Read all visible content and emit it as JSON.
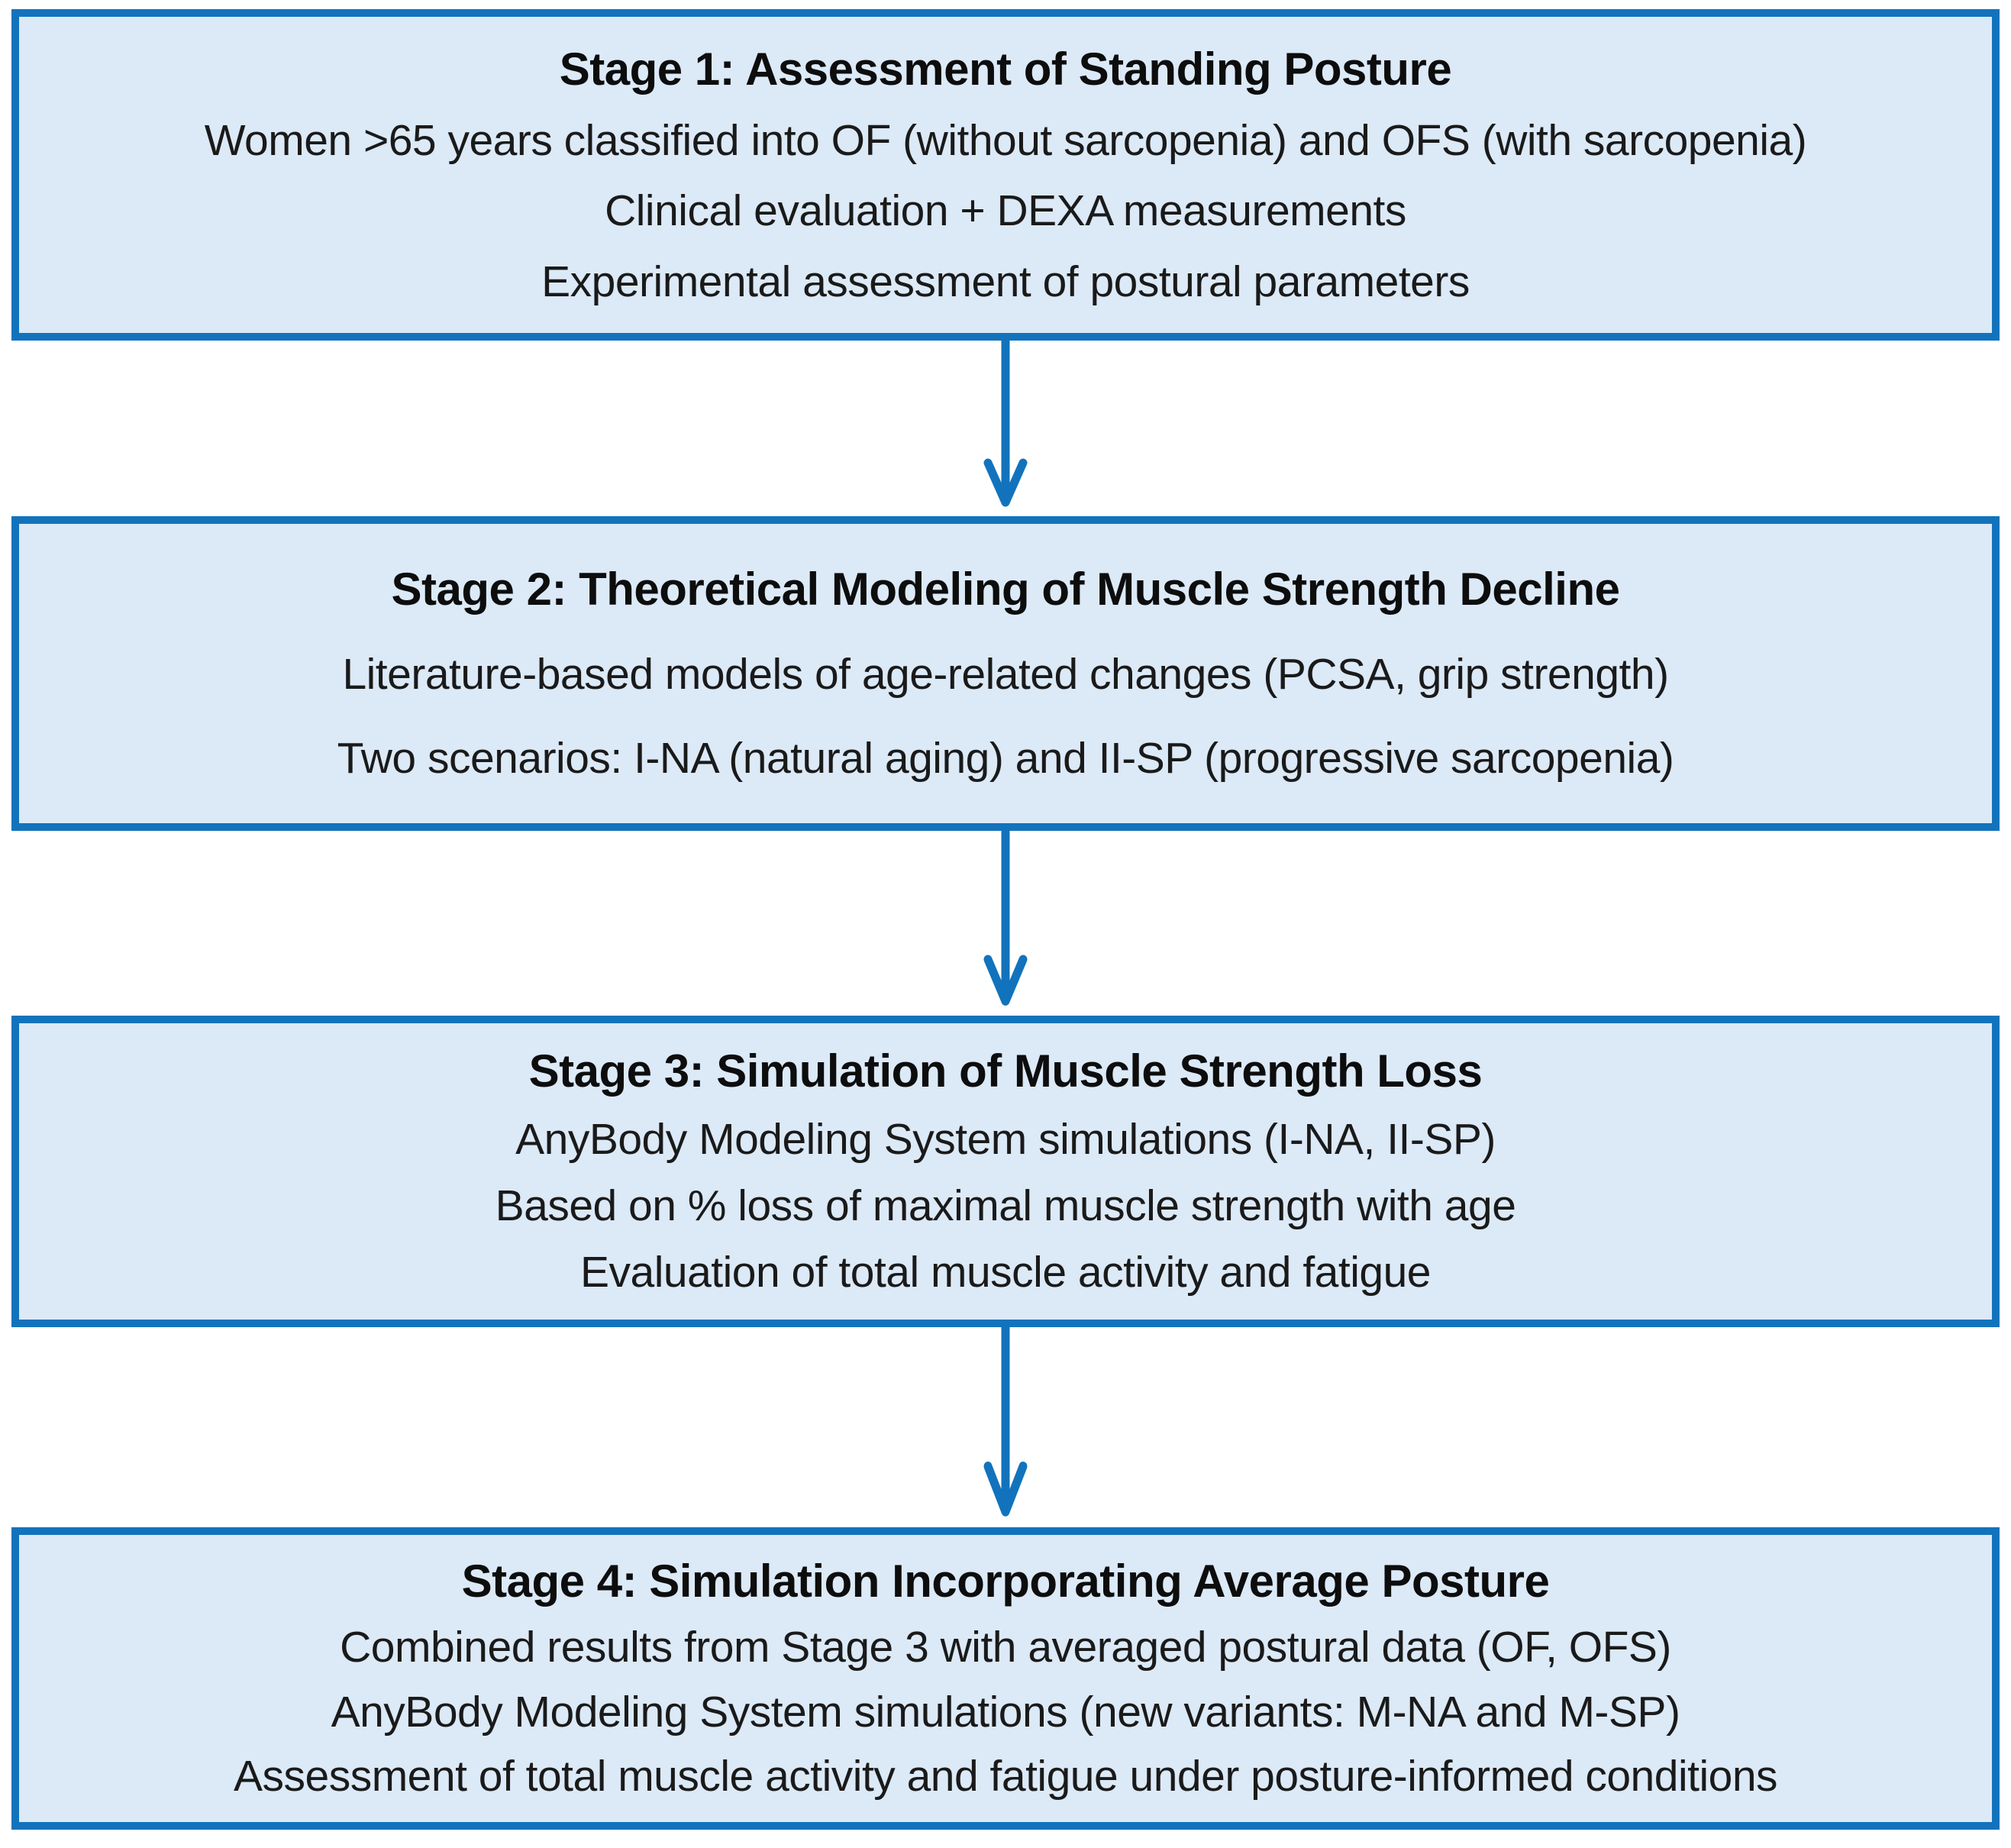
{
  "diagram": {
    "type": "flowchart",
    "direction": "top-to-bottom",
    "colors": {
      "box_fill": "#dce9f7",
      "box_border": "#1273bc",
      "arrow": "#1273bc",
      "title_text": "#0d0d0d",
      "body_text": "#1a1a1a",
      "page_background": "#ffffff"
    },
    "connectors": [
      {
        "from": "stage-1",
        "to": "stage-2",
        "style": "down-arrow"
      },
      {
        "from": "stage-2",
        "to": "stage-3",
        "style": "down-arrow"
      },
      {
        "from": "stage-3",
        "to": "stage-4",
        "style": "down-arrow"
      }
    ],
    "stages": [
      {
        "id": "stage-1",
        "title": "Stage 1: Assessment of Standing Posture",
        "lines": [
          "Women >65 years classified into OF (without sarcopenia) and OFS (with sarcopenia)",
          "Clinical evaluation + DEXA measurements",
          "Experimental assessment of postural parameters"
        ]
      },
      {
        "id": "stage-2",
        "title": "Stage 2: Theoretical Modeling of Muscle Strength Decline",
        "lines": [
          "Literature-based models of age-related changes (PCSA, grip strength)",
          "Two scenarios: I-NA (natural aging) and II-SP (progressive sarcopenia)"
        ]
      },
      {
        "id": "stage-3",
        "title": "Stage 3: Simulation of Muscle Strength Loss",
        "lines": [
          "AnyBody Modeling System simulations (I-NA, II-SP)",
          "Based on % loss of maximal muscle strength with age",
          "Evaluation of total muscle activity and fatigue"
        ]
      },
      {
        "id": "stage-4",
        "title": "Stage 4: Simulation Incorporating Average Posture",
        "lines": [
          "Combined results from Stage 3 with averaged postural data (OF, OFS)",
          "AnyBody Modeling System simulations (new variants: M-NA and M-SP)",
          "Assessment of total muscle activity and fatigue under posture-informed conditions"
        ]
      }
    ]
  }
}
